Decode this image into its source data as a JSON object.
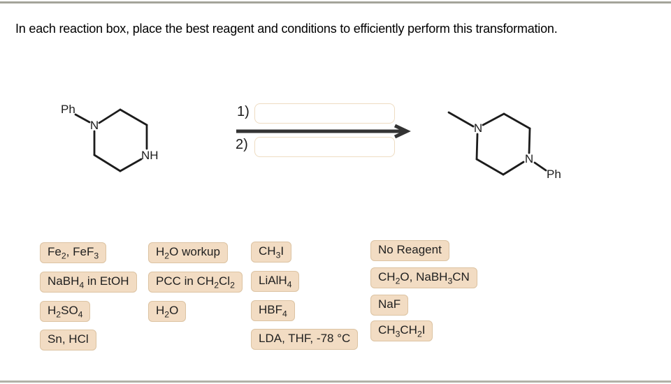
{
  "header": {
    "instruction": "In each reaction box, place the best reagent and conditions to efficiently perform this transformation."
  },
  "reaction": {
    "reactant": {
      "name": "1-phenylpiperazine",
      "substituent": "Ph",
      "n_top": "N",
      "n_bottom": "NH"
    },
    "product": {
      "name": "1-methyl-4-phenylpiperazine",
      "n_top": "N",
      "n_bottom": "N",
      "substituent": "Ph"
    },
    "arrow": {
      "step1_label": "1)",
      "step2_label": "2)",
      "step1_input_value": "",
      "step2_input_value": ""
    }
  },
  "reagent_bank": {
    "items": [
      {
        "label": "Fe₂, FeF₃"
      },
      {
        "label": "NaBH₄ in EtOH"
      },
      {
        "label": "H₂SO₄"
      },
      {
        "label": "Sn, HCl"
      },
      {
        "label": "H₂O workup"
      },
      {
        "label": "PCC in CH₂Cl₂"
      },
      {
        "label": "H₂O"
      },
      {
        "label": "CH₃I"
      },
      {
        "label": "LiAlH₄"
      },
      {
        "label": "HBF₄"
      },
      {
        "label": "LDA, THF, -78 °C"
      },
      {
        "label": "No Reagent"
      },
      {
        "label": "CH₂O, NaBH₃CN"
      },
      {
        "label": "NaF"
      },
      {
        "label": "CH₃CH₂I"
      }
    ]
  },
  "colors": {
    "rule": "#a4a49a",
    "arrow": "#333333",
    "chip_background": "#f2dcc3",
    "chip_border": "#dcc3a2",
    "input_border": "#eedcc2",
    "bond": "#1c1c1c"
  }
}
